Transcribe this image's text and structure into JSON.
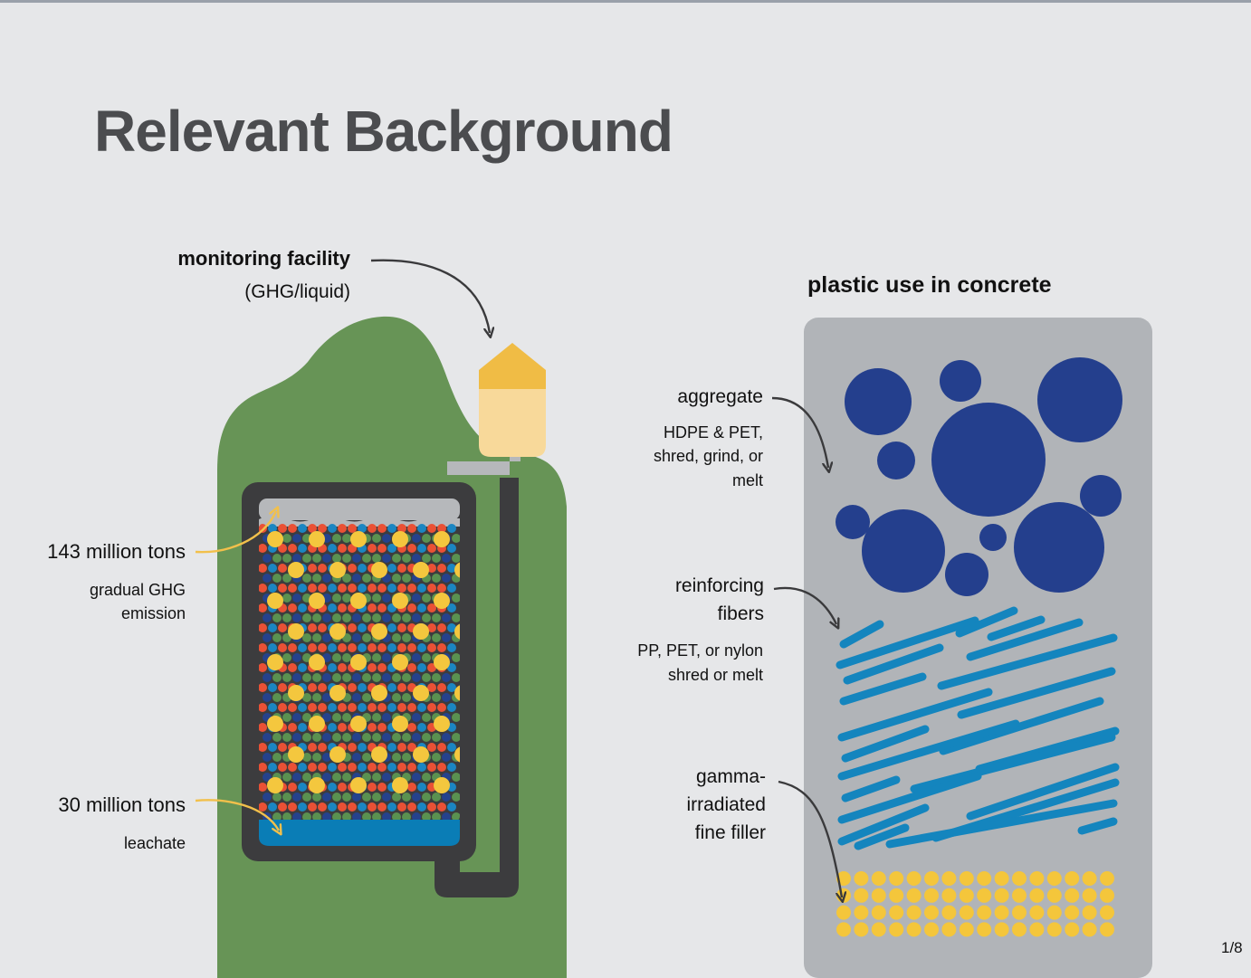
{
  "slide": {
    "title": "Relevant Background",
    "page_number": "1/8"
  },
  "landfill": {
    "facility_label": "monitoring facility",
    "facility_sub": "(GHG/liquid)",
    "waste_amount": "143 million tons",
    "waste_note_1": "gradual GHG",
    "waste_note_2": "emission",
    "leachate_amount": "30 million tons",
    "leachate_note": "leachate"
  },
  "concrete": {
    "header": "plastic use in concrete",
    "aggregate_label": "aggregate",
    "aggregate_note_1": "HDPE & PET,",
    "aggregate_note_2": "shred, grind, or",
    "aggregate_note_3": "melt",
    "fibers_label_1": "reinforcing",
    "fibers_label_2": "fibers",
    "fibers_note_1": "PP, PET, or nylon",
    "fibers_note_2": "shred or melt",
    "filler_label_1": "gamma-",
    "filler_label_2": "irradiated",
    "filler_label_3": "fine filler"
  },
  "colors": {
    "hill": "#679456",
    "bin": "#3c3c3e",
    "facility_roof": "#f0bc45",
    "facility_body": "#f8d99a",
    "leachate": "#0a7db6",
    "concrete_panel": "#b1b4b8",
    "aggregate": "#243f8d",
    "fibers": "#1485be",
    "filler": "#f4c63b",
    "waste_yellow": "#f4c73e",
    "waste_red": "#ea5135",
    "waste_green": "#5a9150",
    "waste_blue": "#1b86c2",
    "waste_navy": "#25428d",
    "arrow_dark": "#3a3a3c",
    "arrow_yellow": "#f2c04b"
  }
}
